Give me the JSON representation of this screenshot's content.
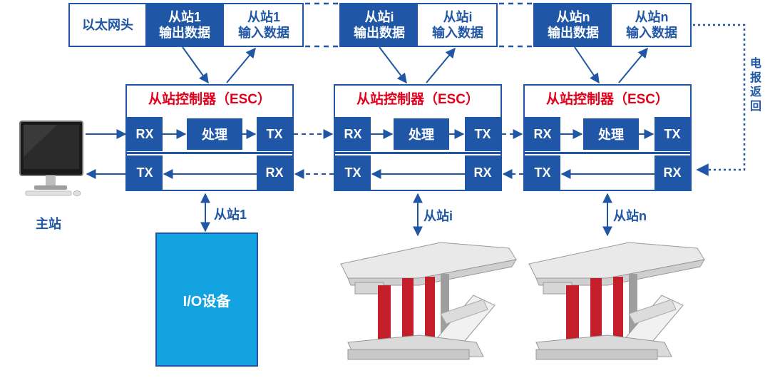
{
  "frame": {
    "header": "以太网头",
    "slave1_out": "从站1\n输出数据",
    "slave1_in": "从站1\n输入数据",
    "slavei_out": "从站i\n输出数据",
    "slavei_in": "从站i\n输入数据",
    "slaven_out": "从站n\n输出数据",
    "slaven_in": "从站n\n输入数据"
  },
  "esc": [
    {
      "title": "从站控制器（ESC）",
      "rx": "RX",
      "proc": "处理",
      "tx": "TX",
      "tx2": "TX",
      "rx2": "RX",
      "link": "从站1"
    },
    {
      "title": "从站控制器（ESC）",
      "rx": "RX",
      "proc": "处理",
      "tx": "TX",
      "tx2": "TX",
      "rx2": "RX",
      "link": "从站i"
    },
    {
      "title": "从站控制器（ESC）",
      "rx": "RX",
      "proc": "处理",
      "tx": "TX",
      "tx2": "TX",
      "rx2": "RX",
      "link": "从站n"
    }
  ],
  "master_label": "主站",
  "return_label": "电报返回",
  "io_label": "I/O设备",
  "colors": {
    "primary": "#1f56a5",
    "accent_red": "#e3001b",
    "io_blue": "#12a3e0"
  }
}
